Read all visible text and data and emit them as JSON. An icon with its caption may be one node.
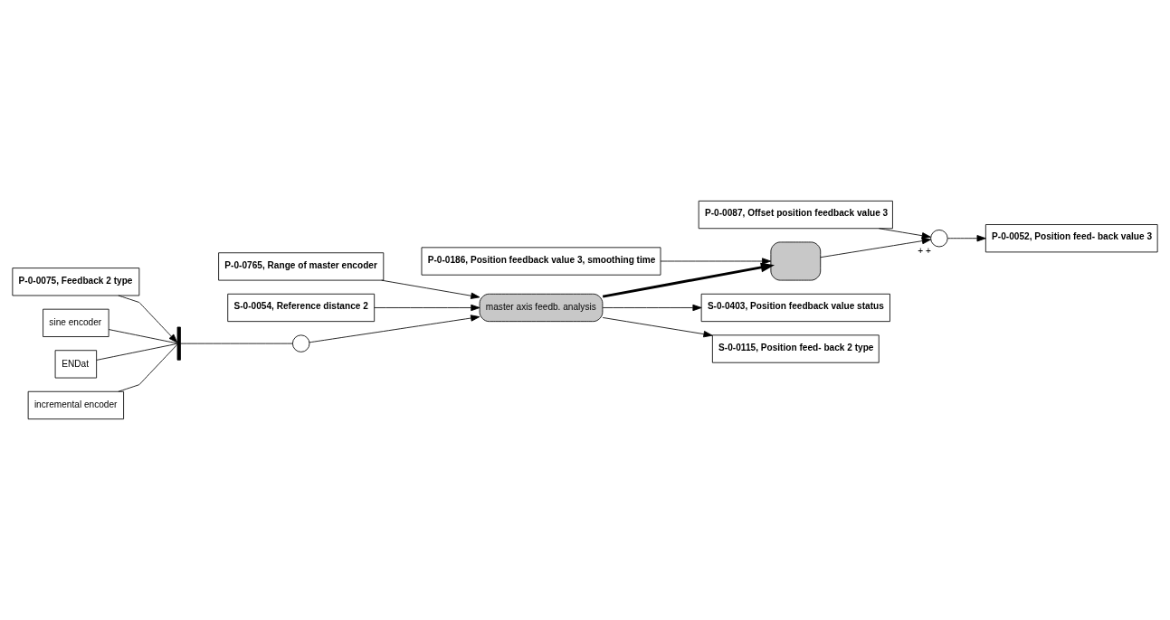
{
  "diagram": {
    "nodes": [
      {
        "text": [
          "P-0-0087, Offset position feedback value 3"
        ]
      },
      {
        "text": [
          "P-0-0186, Position feedback value 3, smoothing time"
        ]
      },
      {
        "text": [
          "P-0-0765, Range of master encoder"
        ]
      },
      {
        "text": [
          "S-0-0054, Reference distance 2"
        ]
      },
      {
        "text": [
          "P-0-0075, Feedback 2 type"
        ]
      },
      {
        "text": [
          "sine encoder"
        ]
      },
      {
        "text": [
          "ENDat"
        ]
      },
      {
        "text": [
          "incremental encoder"
        ]
      },
      {
        "text": [],
        "shape": "bar"
      },
      {
        "text": [],
        "shape": "circle"
      },
      {
        "text": [
          "master axis feedb. analysis"
        ]
      },
      {
        "text": [],
        "shape": "box"
      },
      {
        "text": [],
        "shape": "circle",
        "beside": [
          "+",
          "+"
        ]
      },
      {
        "text": [
          "P-0-0052, Position feed- back value 3"
        ]
      },
      {
        "text": [
          "S-0-0403, Position feedback value status"
        ]
      },
      {
        "text": [
          "S-0-0115, Position feed- back 2 type"
        ]
      }
    ],
    "edges": [
      {
        "from": 5,
        "to": 8,
        "arrow": "none"
      },
      {
        "from": 6,
        "to": 8,
        "arrow": "none"
      },
      {
        "from": 7,
        "to": 8,
        "arrow": "none"
      },
      {
        "from": 4,
        "to": 8,
        "arrow": "to"
      },
      {
        "from": 8,
        "to": 9,
        "arrow": "none"
      },
      {
        "from": 9,
        "to": 10,
        "arrow": "to"
      },
      {
        "from": 3,
        "to": 10,
        "arrow": "to"
      },
      {
        "from": 2,
        "to": 10,
        "arrow": "to"
      },
      {
        "from": 10,
        "to": 11,
        "arrow": "to",
        "style": "thick"
      },
      {
        "from": 1,
        "to": 11,
        "arrow": "to"
      },
      {
        "from": 11,
        "to": 12,
        "arrow": "to"
      },
      {
        "from": 0,
        "to": 12,
        "arrow": "to"
      },
      {
        "from": 12,
        "to": 13,
        "arrow": "to"
      },
      {
        "from": 10,
        "to": 14,
        "arrow": "to"
      },
      {
        "from": 10,
        "to": 15,
        "arrow": "to"
      }
    ]
  }
}
